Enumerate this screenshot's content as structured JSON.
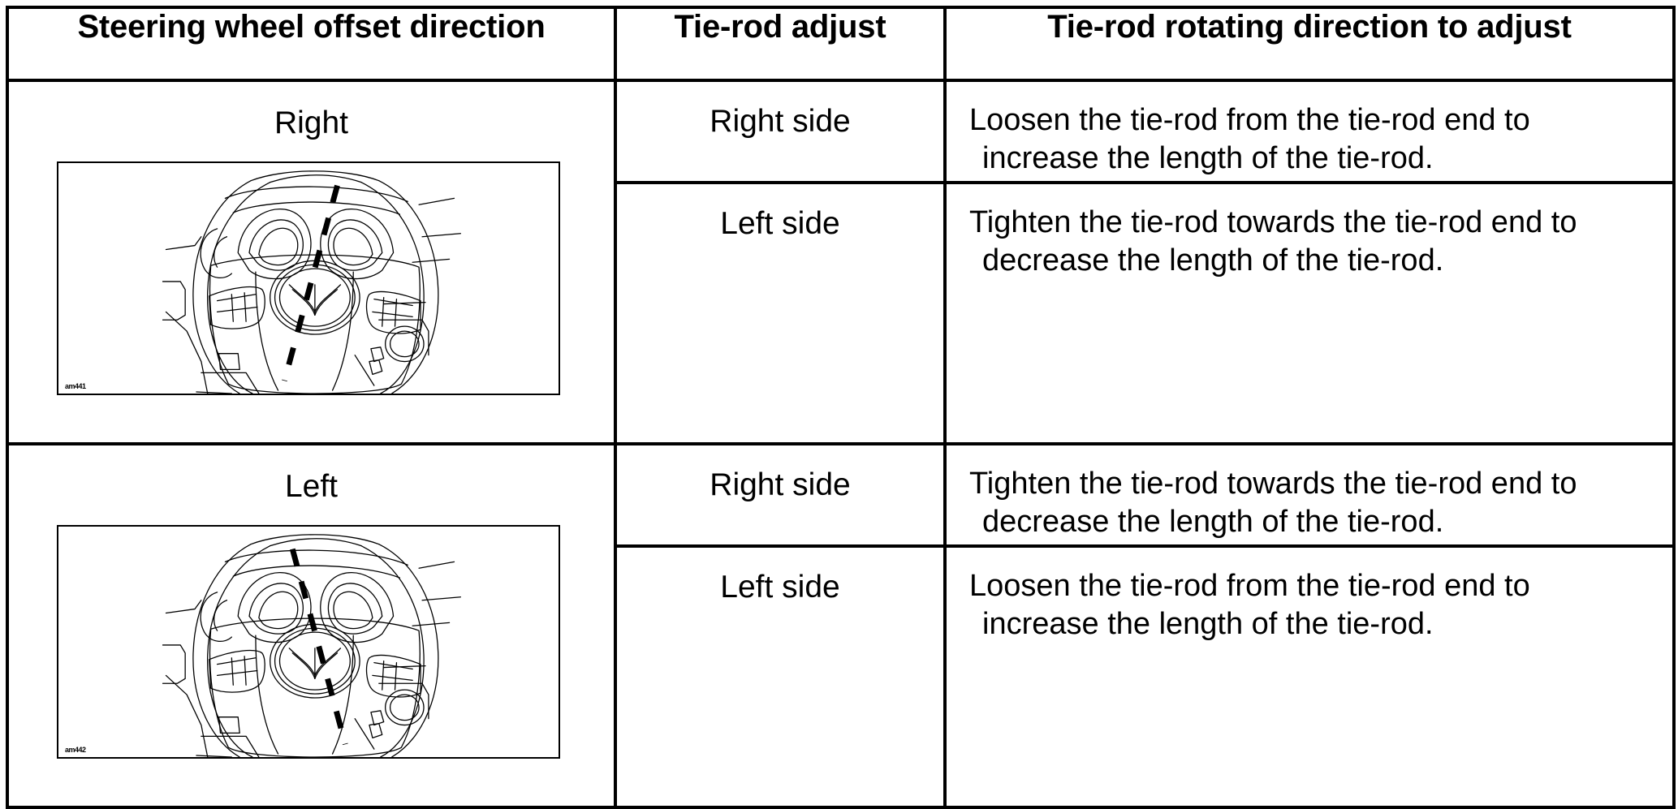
{
  "table": {
    "headers": [
      "Steering wheel offset direction",
      "Tie-rod adjust",
      "Tie-rod rotating direction to adjust"
    ],
    "rows": [
      {
        "direction": "Right",
        "illustration": {
          "name": "steering-wheel-offset-right",
          "code": "am441",
          "tilt": "right",
          "description": "Line drawing of a Mazda steering wheel viewed from the driver seat with a dashed center reference line tilted so its top leans to the right"
        },
        "sub_rows": [
          {
            "side": "Right side",
            "line1": "Loosen the tie-rod from the tie-rod end to",
            "line2": "increase the length of the tie-rod."
          },
          {
            "side": "Left side",
            "line1": "Tighten the tie-rod towards the tie-rod end to",
            "line2": "decrease the length of the tie-rod."
          }
        ]
      },
      {
        "direction": "Left",
        "illustration": {
          "name": "steering-wheel-offset-left",
          "code": "am442",
          "tilt": "left",
          "description": "Line drawing of a Mazda steering wheel viewed from the driver seat with a dashed center reference line tilted so its top leans to the left"
        },
        "sub_rows": [
          {
            "side": "Right side",
            "line1": "Tighten the tie-rod towards the tie-rod end to",
            "line2": "decrease the length of the tie-rod."
          },
          {
            "side": "Left side",
            "line1": "Loosen the tie-rod from the tie-rod end to",
            "line2": "increase the length of the tie-rod."
          }
        ]
      }
    ]
  },
  "colors": {
    "border": "#000000",
    "text": "#000000",
    "background": "#ffffff",
    "illustration_line": "#000000"
  }
}
